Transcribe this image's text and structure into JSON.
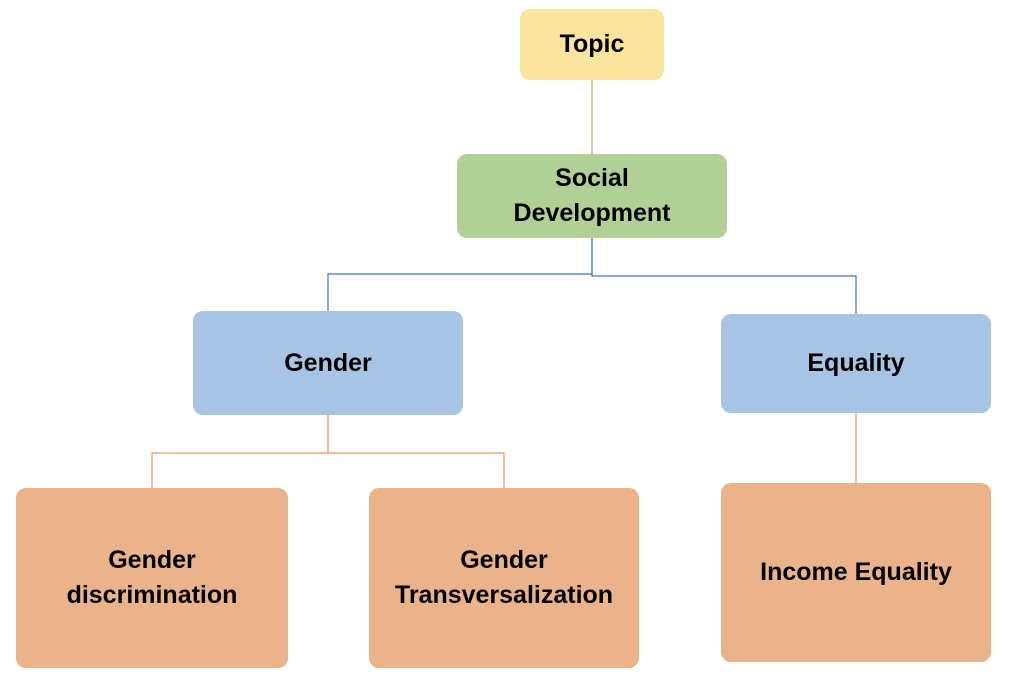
{
  "nodes": {
    "topic": "Topic",
    "social_development": "Social Development",
    "gender": "Gender",
    "equality": "Equality",
    "gender_discrimination": "Gender discrimination",
    "gender_transversalization": "Gender Transversalization",
    "income_equality": "Income Equality"
  },
  "colors": {
    "topic": "#fbe49d",
    "social": "#b1d095",
    "category": "#a7c4e5",
    "leaf": "#ebb38a",
    "line_green": "#a9d08e",
    "line_blue": "#4472c4",
    "line_orange": "#ed9b62"
  }
}
